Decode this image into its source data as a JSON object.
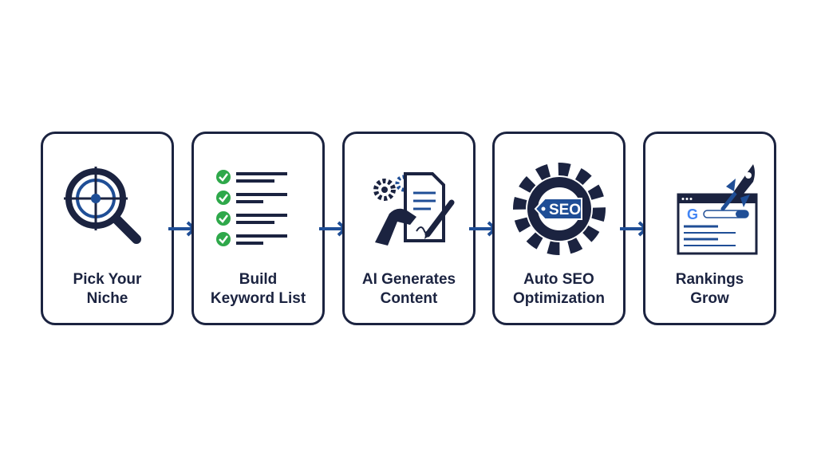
{
  "colors": {
    "navy": "#1b2340",
    "blue": "#1f4e96",
    "green": "#2ea84a"
  },
  "steps": [
    {
      "line1": "Pick Your",
      "line2": "Niche",
      "icon": "magnifier-target-icon"
    },
    {
      "line1": "Build",
      "line2": "Keyword List",
      "icon": "checklist-icon"
    },
    {
      "line1": "AI Generates",
      "line2": "Content",
      "icon": "robot-hand-writing-icon"
    },
    {
      "line1": "Auto SEO",
      "line2": "Optimization",
      "icon": "gear-seo-tag-icon"
    },
    {
      "line1": "Rankings",
      "line2": "Grow",
      "icon": "rocket-browser-icon"
    }
  ],
  "seo_tag": "SEO",
  "google_letter": "G"
}
